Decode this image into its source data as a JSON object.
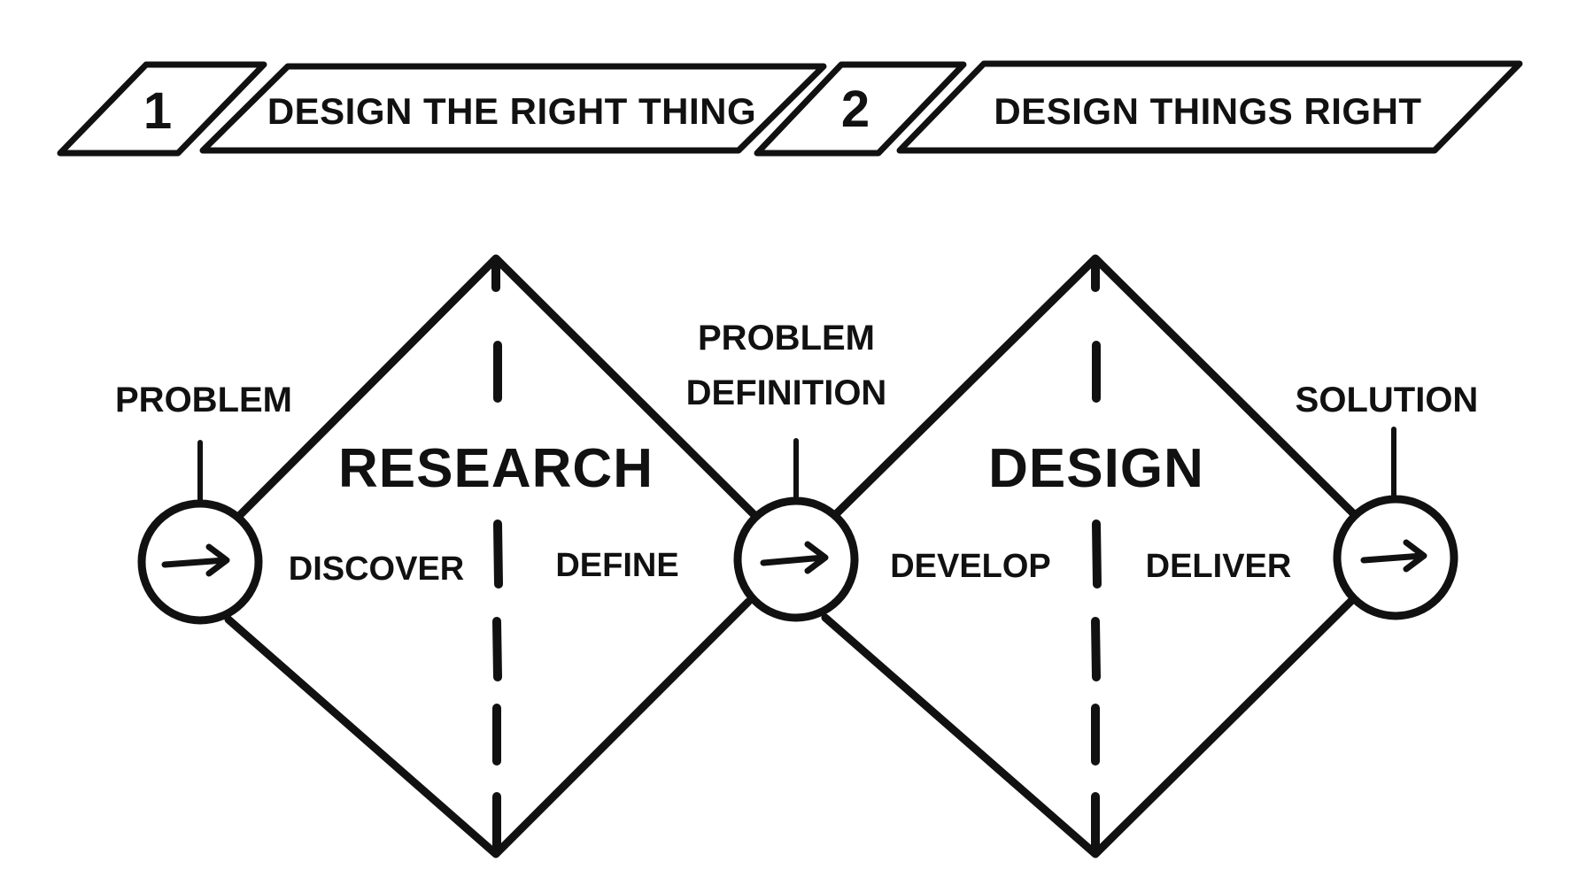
{
  "banners": {
    "step1_number": "1",
    "step1_title": "DESIGN THE RIGHT THING",
    "step2_number": "2",
    "step2_title": "DESIGN THINGS RIGHT"
  },
  "diamond1": {
    "title": "RESEARCH",
    "left_label": "DISCOVER",
    "right_label": "DEFINE"
  },
  "diamond2": {
    "title": "DESIGN",
    "left_label": "DEVELOP",
    "right_label": "DELIVER"
  },
  "nodes": {
    "start_label": "PROBLEM",
    "middle_label_line1": "PROBLEM",
    "middle_label_line2": "DEFINITION",
    "end_label": "SOLUTION",
    "arrow_glyph": "→"
  },
  "colors": {
    "ink": "#111111",
    "background": "#ffffff"
  }
}
